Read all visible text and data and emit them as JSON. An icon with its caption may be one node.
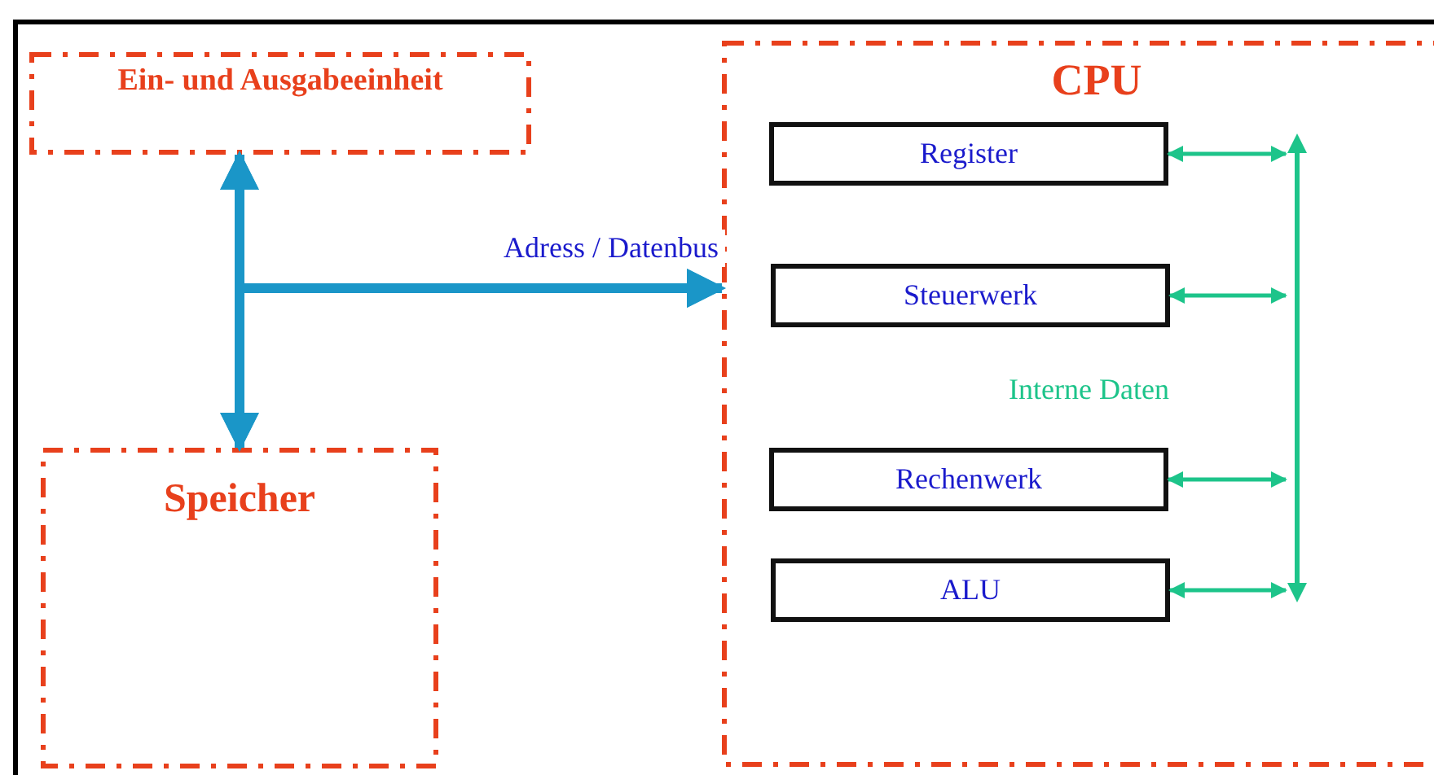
{
  "diagram": {
    "nodes": [
      {
        "text": [
          "Ein- und Ausgabeeinheit"
        ]
      },
      {
        "text": [
          "Speicher"
        ]
      },
      {
        "text": [
          "CPU"
        ]
      },
      {
        "text": [
          "Register"
        ],
        "in": 2
      },
      {
        "text": [
          "Steuerwerk"
        ],
        "in": 2
      },
      {
        "text": [
          "Rechenwerk"
        ],
        "in": 2
      },
      {
        "text": [
          "ALU"
        ],
        "in": 2
      },
      {
        "text": [],
        "shape": "bar",
        "in": 2
      }
    ],
    "labels": [
      "Interne Daten"
    ],
    "edges": [
      {
        "from": 0,
        "to": 1,
        "arrow": "both",
        "style": "thick",
        "color": "#1a96c8"
      },
      {
        "from": 0,
        "to": 2,
        "arrow": "both",
        "style": "thick",
        "color": "#1a96c8",
        "label": "Adress / Datenbus"
      },
      {
        "from": 1,
        "to": 2,
        "arrow": "both",
        "style": "thick",
        "color": "#1a96c8"
      },
      {
        "from": 3,
        "to": 7,
        "arrow": "both"
      },
      {
        "from": 4,
        "to": 7,
        "arrow": "both"
      },
      {
        "from": 5,
        "to": 7,
        "arrow": "both"
      },
      {
        "from": 6,
        "to": 7,
        "arrow": "both"
      }
    ]
  }
}
